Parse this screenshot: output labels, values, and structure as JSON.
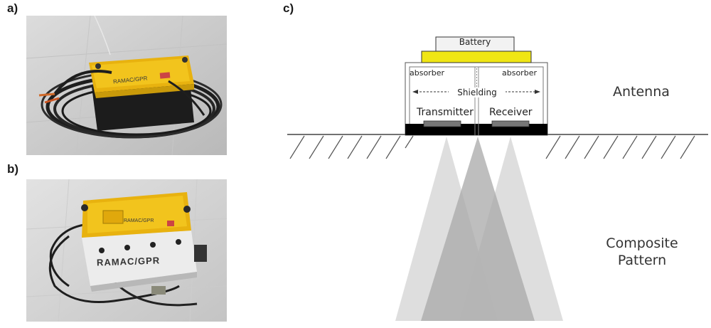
{
  "panels": {
    "a": {
      "label": "a)",
      "device_label": "RAMAC/GPR"
    },
    "b": {
      "label": "b)",
      "device_label": "RAMAC/GPR",
      "logo_text": "RAMAC/GPR"
    },
    "c": {
      "label": "c)"
    }
  },
  "diagram": {
    "battery": "Battery",
    "absorber_left": "absorber",
    "absorber_right": "absorber",
    "shielding": "Shielding",
    "transmitter": "Transmitter",
    "receiver": "Receiver",
    "antenna": "Antenna",
    "composite_line1": "Composite",
    "composite_line2": "Pattern"
  },
  "colors": {
    "housing_yellow": "#f2c41d",
    "battery_yellow": "#f0e614",
    "ground_black": "#000000",
    "beam_light": "#d8d8d8",
    "beam_mid": "#b4b4b4"
  }
}
